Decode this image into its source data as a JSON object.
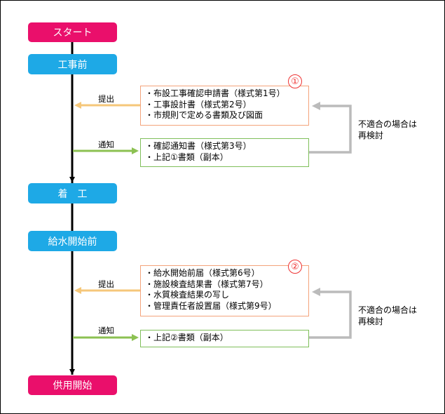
{
  "steps": {
    "start": "スタート",
    "before_construction": "工事前",
    "construction_start": "着　工",
    "before_water_supply": "給水開始前",
    "service_start": "供用開始"
  },
  "section1": {
    "number": "①",
    "submit_label": "提出",
    "notify_label": "通知",
    "submit_items": [
      "・布設工事確認申請書（様式第1号）",
      "・工事設計書（様式第2号）",
      "・市規則で定める書類及び図面"
    ],
    "notify_items": [
      "・確認通知書（様式第3号）",
      "・上記①書類（副本）"
    ],
    "nonconform_lines": [
      "不適合の場合は",
      "再検討"
    ]
  },
  "section2": {
    "number": "②",
    "submit_label": "提出",
    "notify_label": "通知",
    "submit_items": [
      "・給水開始前届（様式第6号）",
      "・施設検査結果書（様式第7号）",
      "・水質検査結果の写し",
      "・管理責任者設置届（様式第9号）"
    ],
    "notify_items": [
      "・上記②書類（副本）"
    ],
    "nonconform_lines": [
      "不適合の場合は",
      "再検討"
    ]
  },
  "colors": {
    "pink": "#ea0f6b",
    "blue": "#1ea9e6",
    "submit_arrow": "#f5c77a",
    "notify_arrow": "#8cc152",
    "feedback_arrow": "#bbbbbb",
    "number_circle": "#ee3333"
  }
}
